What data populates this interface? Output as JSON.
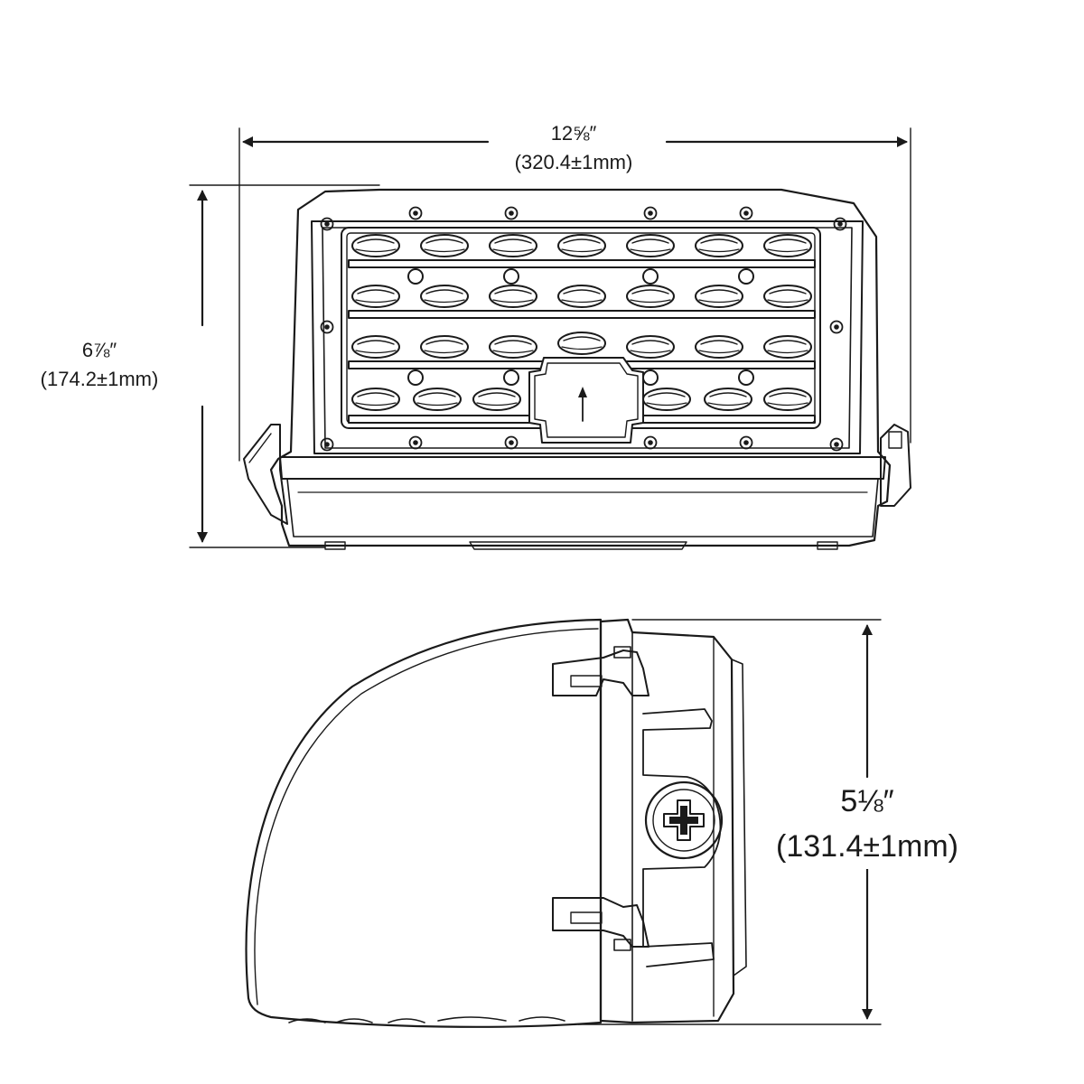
{
  "dimensions": {
    "width": {
      "fraction": "12⅝″",
      "metric": "(320.4±1mm)"
    },
    "height": {
      "fraction": "6⅞″",
      "metric": "(174.2±1mm)"
    },
    "depth": {
      "fraction": "5⅛″",
      "metric": "(131.4±1mm)"
    }
  },
  "colors": {
    "line": "#1a1a1a",
    "background": "#ffffff"
  },
  "icons": [
    "arrow-up-icon",
    "phillips-screw-icon"
  ]
}
